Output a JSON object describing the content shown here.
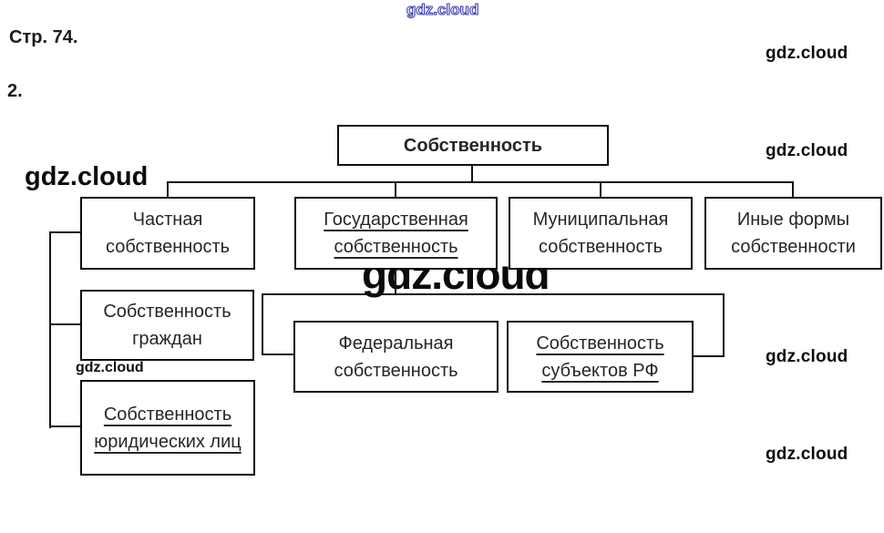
{
  "page": {
    "page_label": "Стр. 74.",
    "item_number": "2."
  },
  "watermark": {
    "brand": "gdz.cloud",
    "blue_color": "#3b3bb5",
    "ink_color": "#0b0b0b"
  },
  "diagram": {
    "type": "hierarchy",
    "root": {
      "label": "Собственность"
    },
    "level1": [
      {
        "id": "private",
        "label": "Частная собственность",
        "underlined": false
      },
      {
        "id": "state",
        "label": "Государственная собственность",
        "underlined": true
      },
      {
        "id": "municipal",
        "label": "Муниципальная собственность",
        "underlined": false
      },
      {
        "id": "other",
        "label": "Иные формы собственности",
        "underlined": false
      }
    ],
    "private_children": [
      {
        "label": "Собственность граждан",
        "underlined": false
      },
      {
        "label": "Собственность юридических лиц",
        "underlined": true
      }
    ],
    "state_children": [
      {
        "label": "Федеральная собственность",
        "underlined": false
      },
      {
        "label": "Собственность субъектов РФ",
        "underlined": true
      }
    ]
  }
}
